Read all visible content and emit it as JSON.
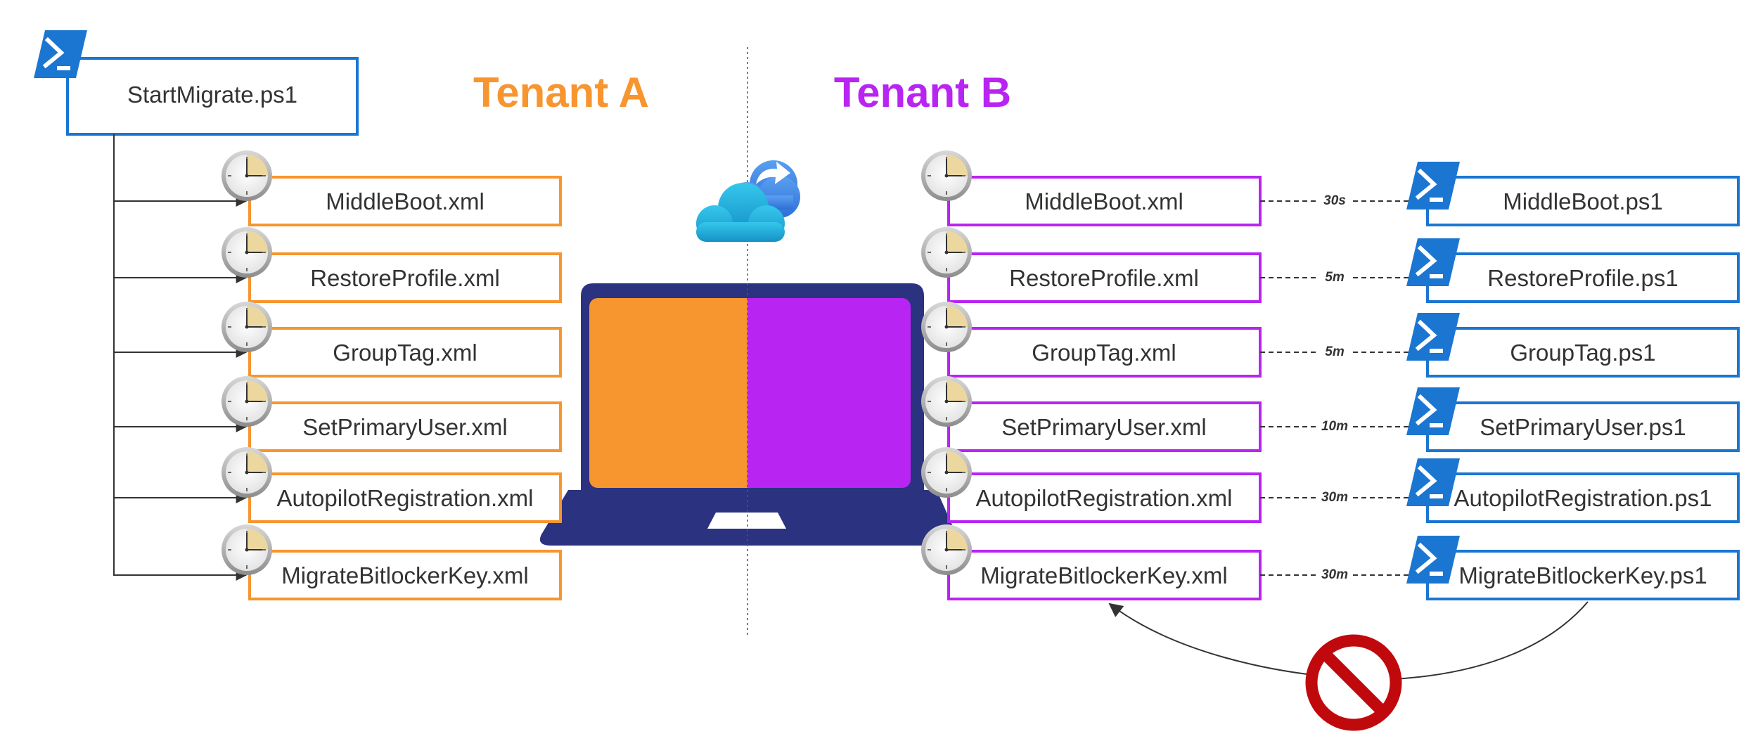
{
  "script": {
    "name": "StartMigrate.ps1"
  },
  "tenant_a": {
    "title": "Tenant A",
    "color": "#f7952f"
  },
  "tenant_b": {
    "title": "Tenant B",
    "color": "#b824f2"
  },
  "colors": {
    "ps_blue": "#1b76d2",
    "laptop_navy": "#2b3280",
    "line": "#333333",
    "prohibit_red": "#c0090c"
  },
  "tasks_a": [
    "MiddleBoot.xml",
    "RestoreProfile.xml",
    "GroupTag.xml",
    "SetPrimaryUser.xml",
    "AutopilotRegistration.xml",
    "MigrateBitlockerKey.xml"
  ],
  "tasks_b": [
    {
      "task": "MiddleBoot.xml",
      "delay": "30s",
      "script": "MiddleBoot.ps1"
    },
    {
      "task": "RestoreProfile.xml",
      "delay": "5m",
      "script": "RestoreProfile.ps1"
    },
    {
      "task": "GroupTag.xml",
      "delay": "5m",
      "script": "GroupTag.ps1"
    },
    {
      "task": "SetPrimaryUser.xml",
      "delay": "10m",
      "script": "SetPrimaryUser.ps1"
    },
    {
      "task": "AutopilotRegistration.xml",
      "delay": "30m",
      "script": "AutopilotRegistration.ps1"
    },
    {
      "task": "MigrateBitlockerKey.xml",
      "delay": "30m",
      "script": "MigrateBitlockerKey.ps1"
    }
  ],
  "icons": {
    "powershell": "powershell-icon",
    "clock": "clock-icon",
    "cloud": "cloud-sync-icon",
    "laptop": "laptop-icon",
    "prohibited": "prohibited-icon"
  }
}
